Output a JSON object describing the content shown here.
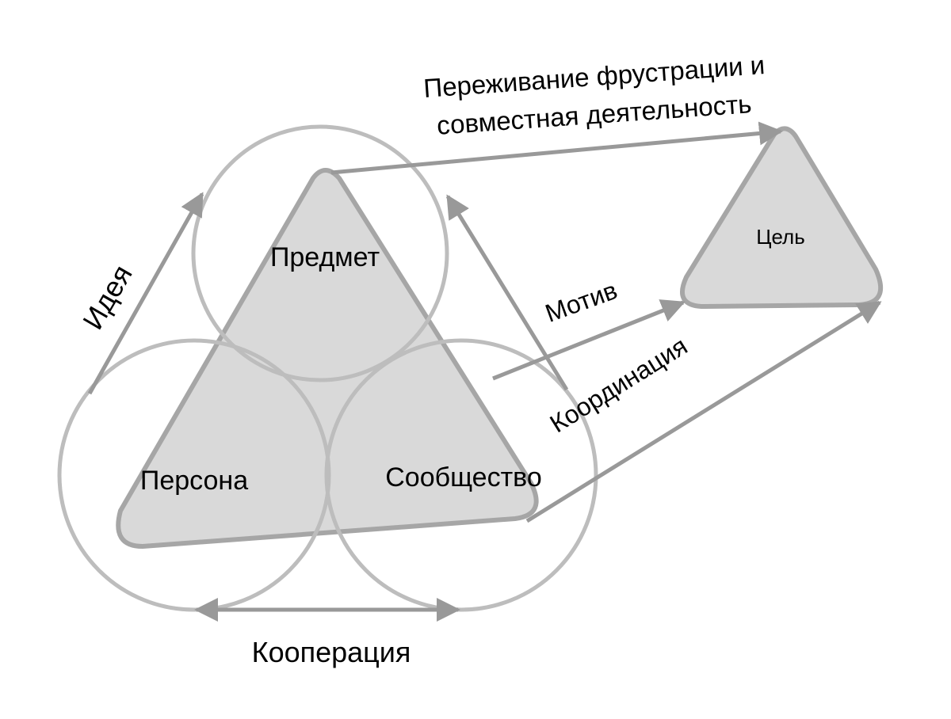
{
  "colors": {
    "stroke": "#a6a6a6",
    "fill": "#d9d9d9",
    "arrow": "#999999",
    "text": "#000000"
  },
  "nodes": {
    "subject": "Предмет",
    "persona": "Персона",
    "community": "Сообщество",
    "goal": "Цель"
  },
  "edges": {
    "frustration_line1": "Переживание фрустрации и",
    "frustration_line2": "совместная деятельность",
    "idea": "Идея",
    "motive": "Мотив",
    "coordination": "Координация",
    "cooperation": "Кооперация"
  }
}
